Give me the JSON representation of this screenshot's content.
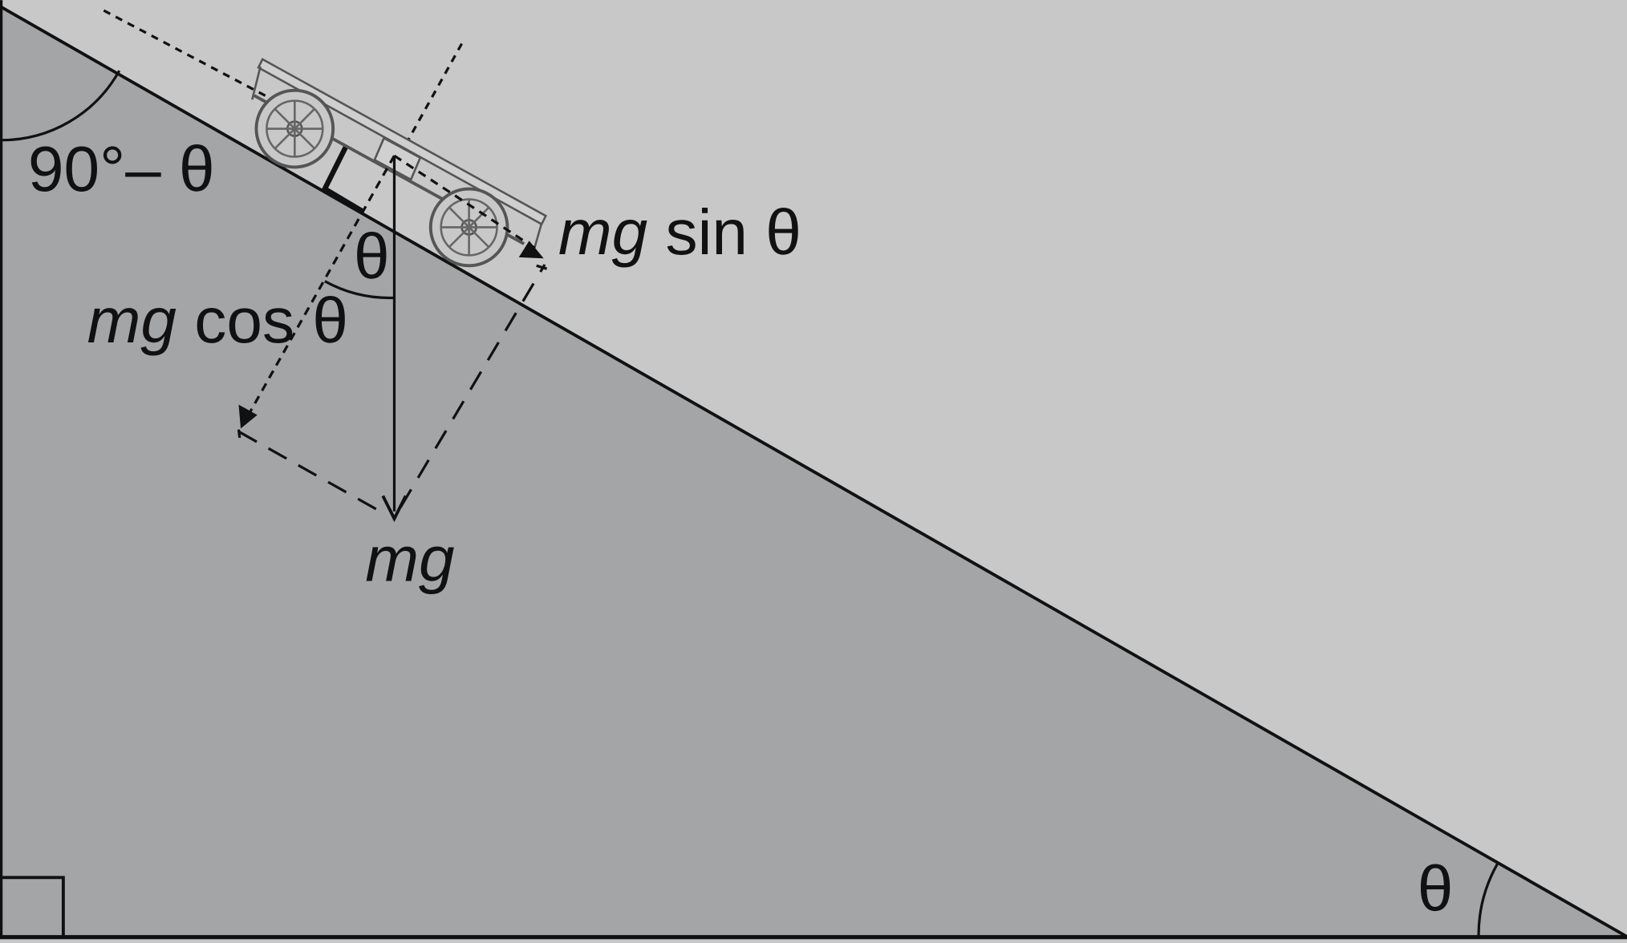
{
  "colors": {
    "background": "#c8c8c8",
    "ramp_fill": "#a4a5a6",
    "ink": "#111111"
  },
  "labels": {
    "top_angle": "90°– θ",
    "theta_at_weight": "θ",
    "mg_sin": {
      "italic": "mg",
      "rest": " sin θ"
    },
    "mg_cos": {
      "italic": "mg",
      "rest": " cos θ"
    },
    "mg": "mg",
    "bottom_angle": "θ"
  }
}
